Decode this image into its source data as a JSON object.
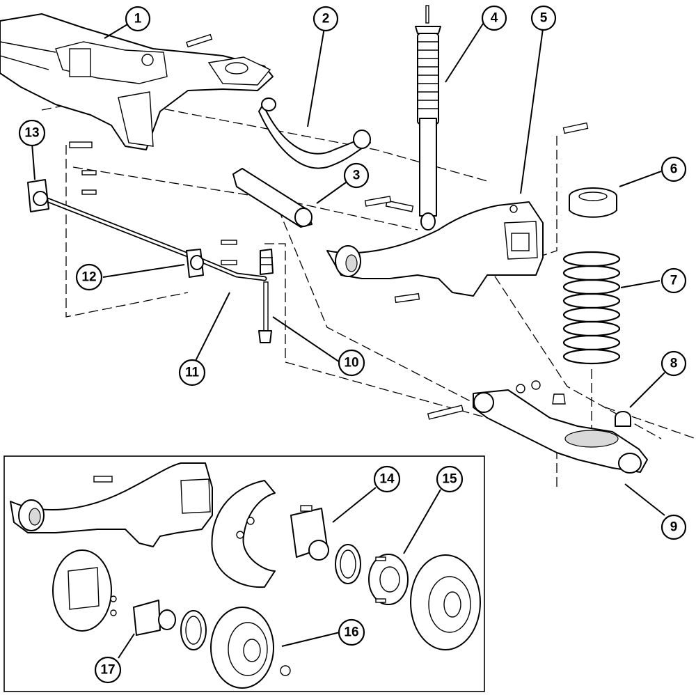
{
  "diagram": {
    "callouts": [
      "1",
      "2",
      "3",
      "4",
      "5",
      "6",
      "7",
      "8",
      "9",
      "10",
      "11",
      "12",
      "13",
      "14",
      "15",
      "16",
      "17"
    ]
  },
  "colors": {
    "ink": "#000000",
    "paper": "#ffffff",
    "shade": "#d9d9d9"
  }
}
